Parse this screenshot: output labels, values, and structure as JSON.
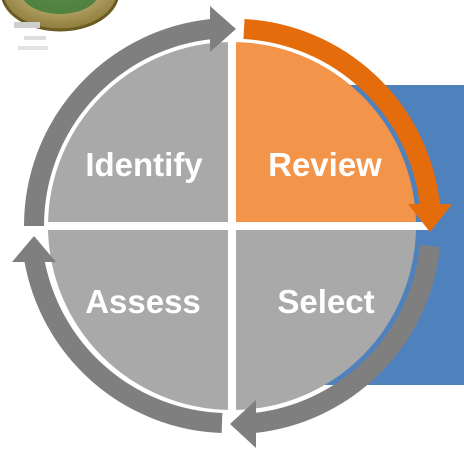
{
  "cycle": {
    "steps": [
      {
        "label": "Identify",
        "fill": "#a9a9a9",
        "text_color": "#ffffff"
      },
      {
        "label": "Review",
        "fill": "#f2944a",
        "text_color": "#ffffff"
      },
      {
        "label": "Select",
        "fill": "#a9a9a9",
        "text_color": "#ffffff"
      },
      {
        "label": "Assess",
        "fill": "#a9a9a9",
        "text_color": "#ffffff"
      }
    ],
    "active_step": "Review",
    "colors": {
      "active_arrow": "#e46c0a",
      "inactive_arrow": "#7f7f7f",
      "background_panel": "#4f81bd",
      "divider": "#ffffff"
    },
    "direction": "clockwise"
  }
}
